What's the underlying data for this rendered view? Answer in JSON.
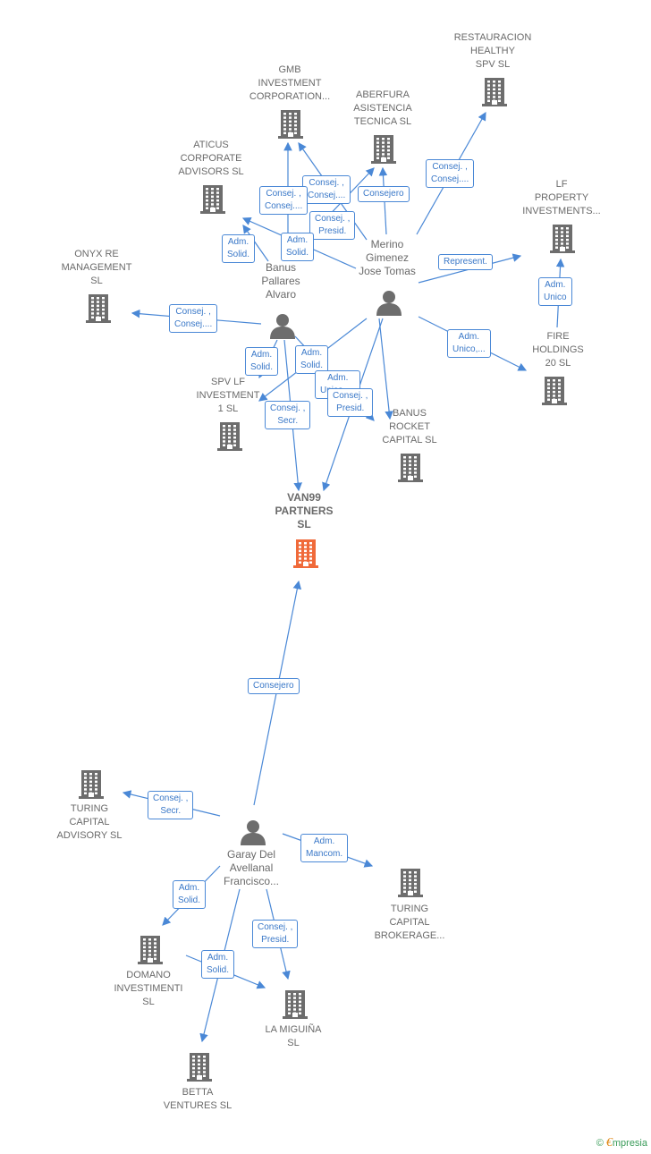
{
  "colors": {
    "edge": "#4a88d6",
    "icon": "#6d6d6d",
    "focus": "#f06a3a"
  },
  "companies": [
    {
      "id": "gmb",
      "label": "GMB\nINVESTMENT\nCORPORATION..."
    },
    {
      "id": "aberfura",
      "label": "ABERFURA\nASISTENCIA\nTECNICA  SL"
    },
    {
      "id": "restauracion",
      "label": "RESTAURACION\nHEALTHY\nSPV  SL"
    },
    {
      "id": "aticus",
      "label": "ATICUS\nCORPORATE\nADVISORS  SL"
    },
    {
      "id": "lf_property",
      "label": "LF\nPROPERTY\nINVESTMENTS..."
    },
    {
      "id": "onyx",
      "label": "ONYX RE\nMANAGEMENT\nSL"
    },
    {
      "id": "fire",
      "label": "FIRE\nHOLDINGS\n20  SL"
    },
    {
      "id": "spv_lf",
      "label": "SPV LF\nINVESTMENT\n1  SL"
    },
    {
      "id": "banus_rocket",
      "label": "BANUS\nROCKET\nCAPITAL  SL"
    },
    {
      "id": "van99",
      "label": "VAN99\nPARTNERS\nSL",
      "main": true
    },
    {
      "id": "turing_adv",
      "label": "TURING\nCAPITAL\nADVISORY  SL"
    },
    {
      "id": "turing_brok",
      "label": "TURING\nCAPITAL\nBROKERAGE..."
    },
    {
      "id": "domano",
      "label": "DOMANO\nINVESTIMENTI\nSL"
    },
    {
      "id": "miguina",
      "label": "LA MIGUIÑA\nSL"
    },
    {
      "id": "betta",
      "label": "BETTA\nVENTURES  SL"
    }
  ],
  "persons": [
    {
      "id": "merino",
      "label": "Merino\nGimenez\nJose Tomas"
    },
    {
      "id": "banus",
      "label": "Banus\nPallares\nAlvaro"
    },
    {
      "id": "garay",
      "label": "Garay Del\nAvellanal\nFrancisco..."
    }
  ],
  "edge_labels": [
    {
      "id": "e1",
      "text": "Consej. ,\nConsej...."
    },
    {
      "id": "e2",
      "text": "Consej. ,\nConsej...."
    },
    {
      "id": "e3",
      "text": "Consejero"
    },
    {
      "id": "e4",
      "text": "Consej. ,\nConsej...."
    },
    {
      "id": "e5",
      "text": "Consej. ,\nPresid."
    },
    {
      "id": "e6",
      "text": "Adm.\nSolid."
    },
    {
      "id": "e7",
      "text": "Adm.\nSolid."
    },
    {
      "id": "e8",
      "text": "Represent."
    },
    {
      "id": "e9",
      "text": "Adm.\nUnico"
    },
    {
      "id": "e10",
      "text": "Consej. ,\nConsej...."
    },
    {
      "id": "e11",
      "text": "Adm.\nUnico,..."
    },
    {
      "id": "e12",
      "text": "Adm.\nSolid."
    },
    {
      "id": "e13",
      "text": "Adm.\nSolid."
    },
    {
      "id": "e14",
      "text": "Adm.\nUnico,...."
    },
    {
      "id": "e15",
      "text": "Consej. ,\nPresid."
    },
    {
      "id": "e16",
      "text": "Consej. ,\nSecr."
    },
    {
      "id": "e17",
      "text": "Consejero"
    },
    {
      "id": "e18",
      "text": "Consej. ,\nSecr."
    },
    {
      "id": "e19",
      "text": "Adm.\nMancom."
    },
    {
      "id": "e20",
      "text": "Adm.\nSolid."
    },
    {
      "id": "e21",
      "text": "Consej. ,\nPresid."
    },
    {
      "id": "e22",
      "text": "Adm.\nSolid."
    }
  ],
  "brand": {
    "symbol": "©",
    "name": "mpresia",
    "initial": "€"
  }
}
